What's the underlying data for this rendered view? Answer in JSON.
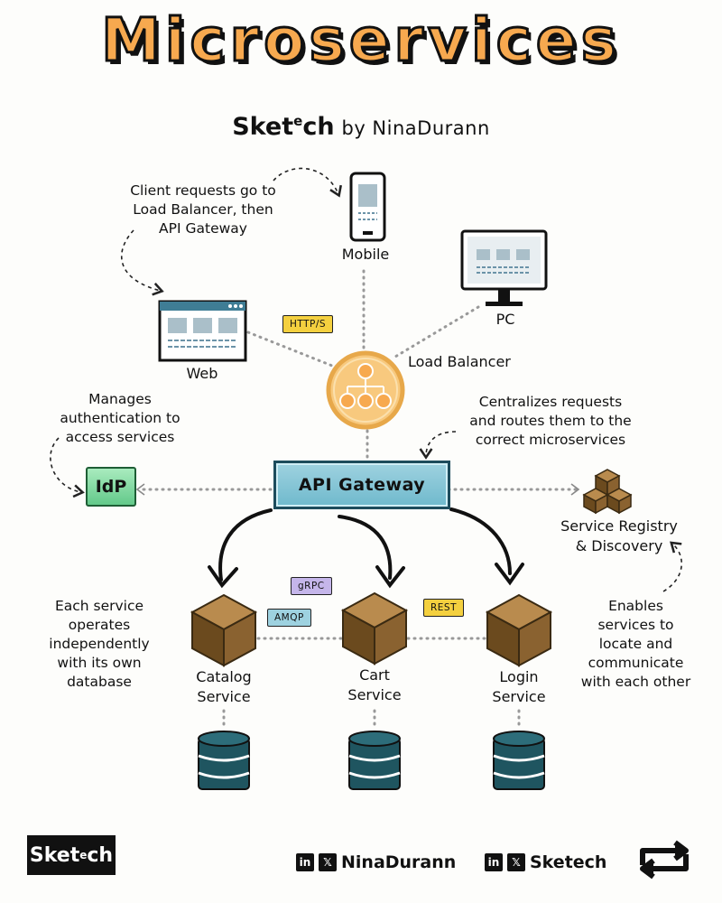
{
  "header": {
    "title": "Microservices",
    "brand_main": "Sket",
    "brand_sup": "e",
    "brand_end": "ch",
    "by_text": "by NinaDurann"
  },
  "clients": {
    "mobile": "Mobile",
    "pc": "PC",
    "web": "Web"
  },
  "nodes": {
    "load_balancer": "Load Balancer",
    "api_gateway": "API Gateway",
    "idp": "IdP",
    "service_registry_line1": "Service Registry",
    "service_registry_line2": "& Discovery"
  },
  "services": [
    {
      "line1": "Catalog",
      "line2": "Service"
    },
    {
      "line1": "Cart",
      "line2": "Service"
    },
    {
      "line1": "Login",
      "line2": "Service"
    }
  ],
  "protocol_tags": {
    "https": "HTTP/S",
    "grpc": "gRPC",
    "amqp": "AMQP",
    "rest": "REST"
  },
  "notes": {
    "client_requests": [
      "Client requests go to",
      "Load Balancer, then",
      "API Gateway"
    ],
    "manages_auth": [
      "Manages",
      "authentication to",
      "access services"
    ],
    "centralizes": [
      "Centralizes requests",
      "and routes them to the",
      "correct microservices"
    ],
    "independent": [
      "Each service",
      "operates",
      "independently",
      "with its own",
      "database"
    ],
    "enables": [
      "Enables",
      "services to",
      "locate and",
      "communicate",
      "with each other"
    ]
  },
  "footer": {
    "logo_main": "Sket",
    "logo_sup": "e",
    "logo_end": "ch",
    "handle1": "NinaDurann",
    "handle2": "Sketech"
  },
  "colors": {
    "title_orange": "#f7a94f",
    "gateway_blue": "#7cc0d2",
    "idp_green": "#7ed49c",
    "cube_brown": "#8a6230",
    "db_teal": "#1f5560",
    "tag_yellow": "#f4d03f",
    "tag_purple": "#c5b6ea",
    "tag_blue": "#9ed2e0"
  }
}
